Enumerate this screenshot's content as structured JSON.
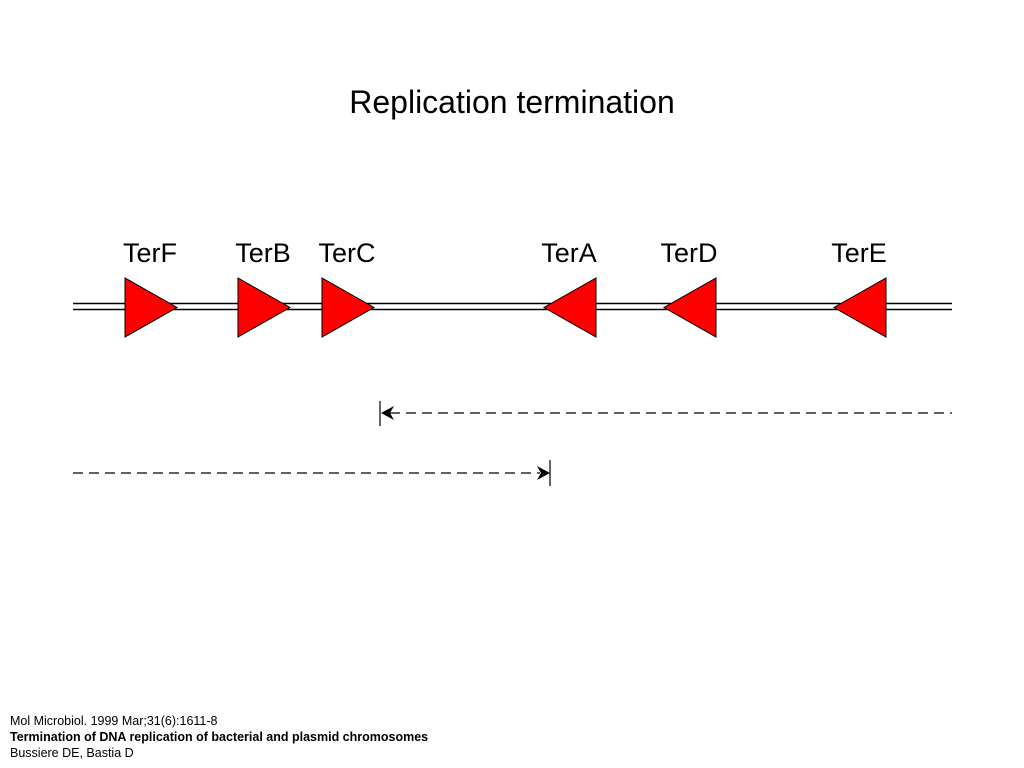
{
  "title": "Replication termination",
  "ter_sites": [
    {
      "label": "TerF",
      "direction": "right"
    },
    {
      "label": "TerB",
      "direction": "right"
    },
    {
      "label": "TerC",
      "direction": "right"
    },
    {
      "label": "TerA",
      "direction": "left"
    },
    {
      "label": "TerD",
      "direction": "left"
    },
    {
      "label": "TerE",
      "direction": "left"
    }
  ],
  "colors": {
    "ter_fill": "#ff0000",
    "line": "#000000"
  },
  "citation": {
    "journal": "Mol Microbiol. 1999 Mar;31(6):1611-8",
    "article_title": "Termination of DNA replication of bacterial and plasmid chromosomes",
    "authors": "Bussiere DE, Bastia D"
  }
}
